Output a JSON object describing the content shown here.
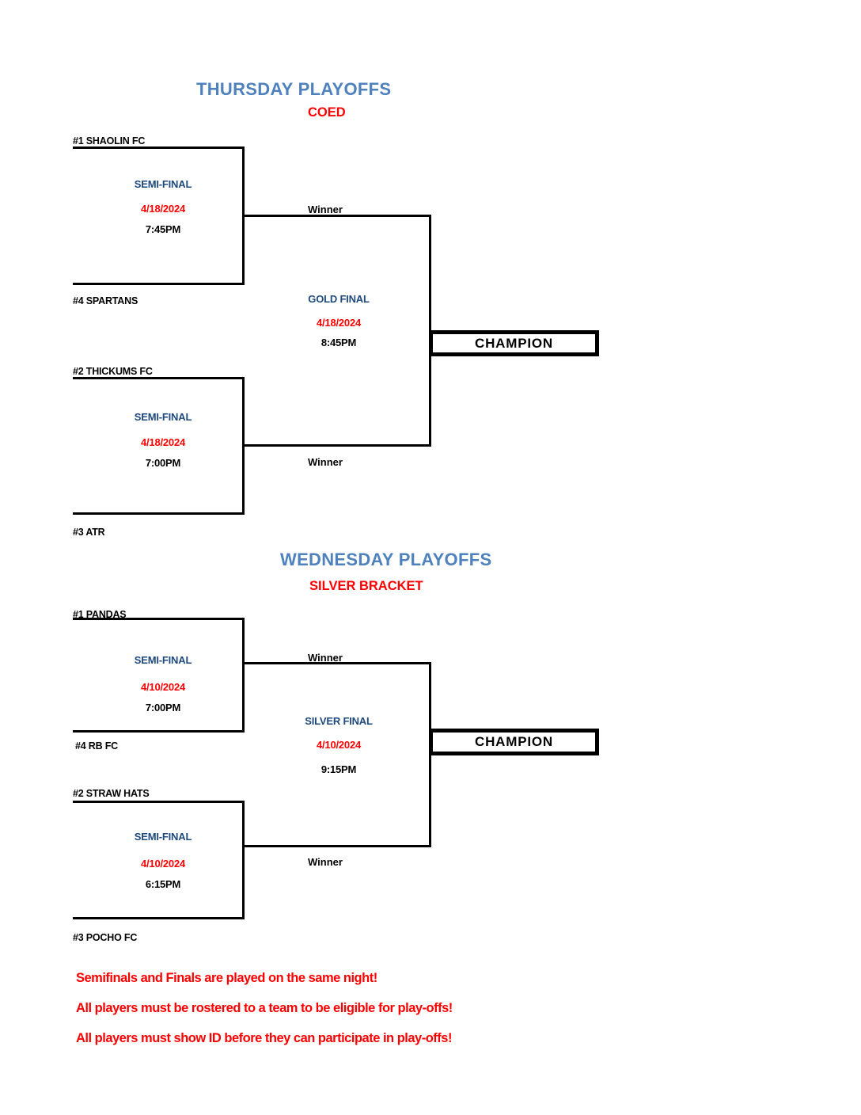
{
  "colors": {
    "header_blue": "#4F81BD",
    "accent_navy": "#1F497D",
    "accent_red": "#FF0000",
    "line_black": "#000000"
  },
  "thursday": {
    "title": "THURSDAY PLAYOFFS",
    "division": "COED",
    "seeds": {
      "s1": "#1 SHAOLIN FC",
      "s4": "#4 SPARTANS",
      "s2": "#2 THICKUMS FC",
      "s3": "#3 ATR"
    },
    "semifinal_top": {
      "label": "SEMI-FINAL",
      "date": "4/18/2024",
      "time": "7:45PM"
    },
    "semifinal_bottom": {
      "label": "SEMI-FINAL",
      "date": "4/18/2024",
      "time": "7:00PM"
    },
    "final": {
      "label": "GOLD FINAL",
      "date": "4/18/2024",
      "time": "8:45PM"
    },
    "winner_top": "Winner",
    "winner_bottom": "Winner",
    "champion": "CHAMPION"
  },
  "wednesday": {
    "title": "WEDNESDAY PLAYOFFS",
    "division": "SILVER BRACKET",
    "seeds": {
      "s1": "#1 PANDAS",
      "s4": "#4 RB FC",
      "s2": "#2 STRAW HATS",
      "s3": "#3 POCHO FC"
    },
    "semifinal_top": {
      "label": "SEMI-FINAL",
      "date": "4/10/2024",
      "time": "7:00PM"
    },
    "semifinal_bottom": {
      "label": "SEMI-FINAL",
      "date": "4/10/2024",
      "time": "6:15PM"
    },
    "final": {
      "label": "SILVER FINAL",
      "date": "4/10/2024",
      "time": "9:15PM"
    },
    "winner_top": "Winner",
    "winner_bottom": "Winner",
    "champion": "CHAMPION"
  },
  "footer": {
    "line1": "Semifinals and Finals are played on the same night!",
    "line2": "All players must be rostered to a team to be eligible for play-offs!",
    "line3": "All players must show ID before they can participate in play-offs!"
  }
}
